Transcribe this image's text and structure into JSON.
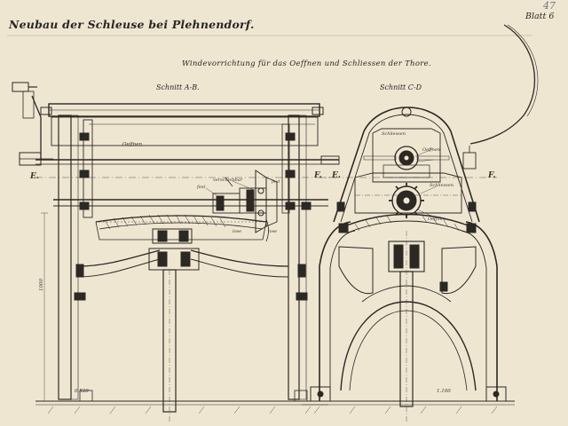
{
  "header": {
    "title": "Neubau der Schleuse bei Plehnendorf.",
    "sheet_label": "Blatt 6",
    "page_number": "47"
  },
  "drawing": {
    "subtitle": "Windevorrichtung für das Oeffnen und Schliessen der Thore.",
    "section_ab": "Schnitt A-B.",
    "section_cd": "Schnitt C-D"
  },
  "labels": {
    "oeffnen": "Oeffnen",
    "fest": "fest",
    "verschiebbar": "verschiebbar",
    "fest_2": "fest",
    "lose": "lose",
    "lose_2": "lose",
    "schliessen": "Schliessen",
    "oeffnen_2": "Oeffnen",
    "schliessen_2": "Schliessen",
    "oeffnen_3": "Oeffnen",
    "dim_height": "1000",
    "dim_base_left": "0.520",
    "dim_base_right": "1.100"
  },
  "markers": {
    "e_left": "E.",
    "f_mid": "F.",
    "e_mid": "E.",
    "f_right": "F."
  }
}
